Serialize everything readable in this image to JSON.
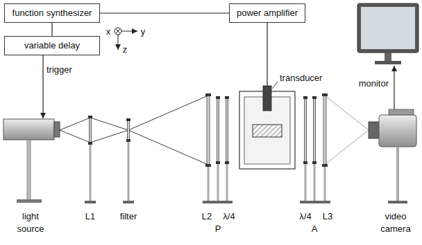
{
  "diagram": {
    "nodes": [
      {
        "text": [
          "function synthesizer"
        ]
      },
      {
        "text": [
          "variable delay"
        ]
      },
      {
        "text": [
          "power amplifier"
        ]
      }
    ],
    "edges": [
      {
        "from": 0,
        "to": 1,
        "arrow": "none"
      },
      {
        "from": 0,
        "to": 2,
        "arrow": "none"
      }
    ],
    "labels": [
      "x",
      "y",
      "z",
      "trigger",
      "transducer",
      "monitor",
      "light source",
      "L1",
      "filter",
      "L2",
      "λ/4",
      "P",
      "λ/4",
      "A",
      "L3",
      "video camera"
    ]
  }
}
